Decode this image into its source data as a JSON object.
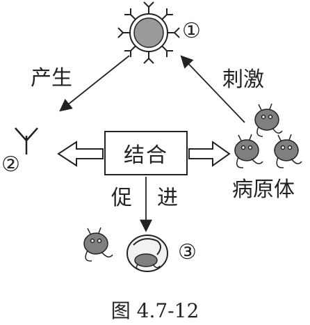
{
  "labels": {
    "produce": "产生",
    "stimulate": "刺激",
    "bind": "结合",
    "promote_1": "促",
    "promote_2": "进",
    "pathogen": "病原体"
  },
  "markers": {
    "cell": "①",
    "antibody": "②",
    "phagocyte": "③"
  },
  "caption": "图 4.7-12",
  "colors": {
    "ink": "#222222",
    "cell_fill": "#9a9a9a",
    "pathogen_fill": "#7f7f7f"
  }
}
